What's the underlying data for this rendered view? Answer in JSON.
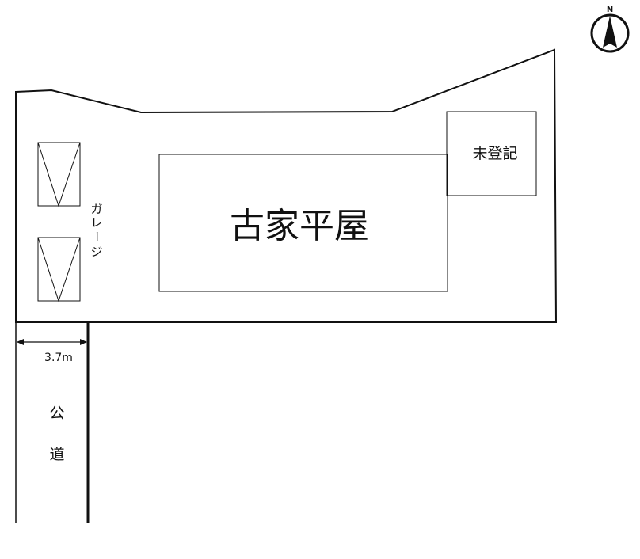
{
  "labels": {
    "main_house": "古家平屋",
    "annex": "未登記",
    "garage_chars": [
      "ガ",
      "レ",
      "ー",
      "ジ"
    ],
    "road_chars": [
      "公",
      "道"
    ],
    "road_width": "3.7m",
    "compass_north": "N"
  },
  "colors": {
    "line": "#111111",
    "background": "#ffffff"
  },
  "icons": {
    "compass": "north-arrow-icon",
    "parking_space": "parking-space-icon"
  }
}
